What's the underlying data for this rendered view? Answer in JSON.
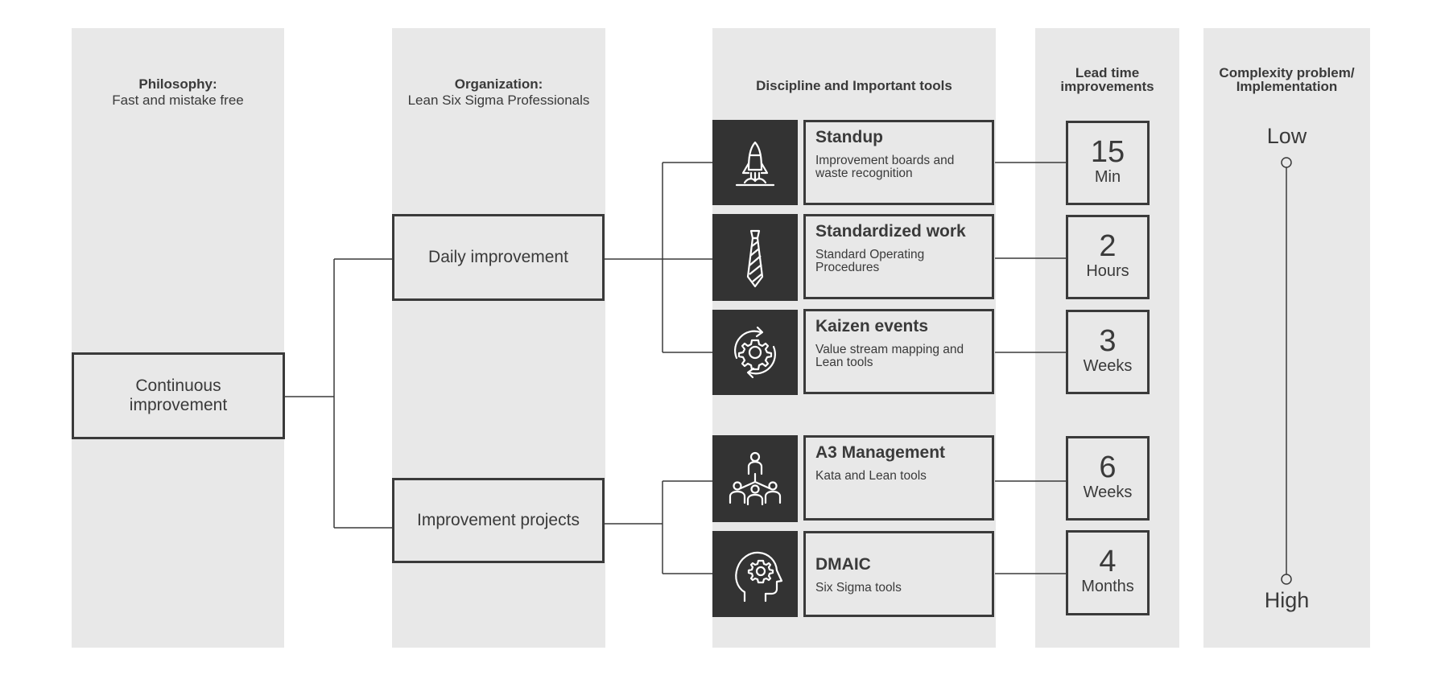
{
  "columns": {
    "philosophy": {
      "heading": "Philosophy:",
      "subheading": "Fast and mistake free"
    },
    "organization": {
      "heading": "Organization:",
      "subheading": "Lean Six Sigma Professionals"
    },
    "discipline": {
      "heading": "Discipline and Important tools"
    },
    "lead_time": {
      "heading_line1": "Lead time",
      "heading_line2": "improvements"
    },
    "complexity": {
      "heading_line1": "Complexity problem/",
      "heading_line2": "Implementation"
    }
  },
  "philosophy_box": {
    "label_line1": "Continuous",
    "label_line2": "improvement"
  },
  "organization_boxes": [
    {
      "label": "Daily improvement"
    },
    {
      "label": "Improvement projects"
    }
  ],
  "tools": [
    {
      "title": "Standup",
      "subtitle_line1": "Improvement boards and",
      "subtitle_line2": "waste recognition",
      "icon": "rocket-icon",
      "lead_time_value": "15",
      "lead_time_unit": "Min"
    },
    {
      "title": "Standardized work",
      "subtitle_line1": "Standard Operating",
      "subtitle_line2": "Procedures",
      "icon": "tie-icon",
      "lead_time_value": "2",
      "lead_time_unit": "Hours"
    },
    {
      "title": "Kaizen events",
      "subtitle_line1": "Value stream mapping and",
      "subtitle_line2": "Lean tools",
      "icon": "gear-cycle-icon",
      "lead_time_value": "3",
      "lead_time_unit": "Weeks"
    },
    {
      "title": "A3 Management",
      "subtitle_line1": "Kata and Lean tools",
      "subtitle_line2": "",
      "icon": "team-hierarchy-icon",
      "lead_time_value": "6",
      "lead_time_unit": "Weeks"
    },
    {
      "title": "DMAIC",
      "subtitle_line1": "Six Sigma tools",
      "subtitle_line2": "",
      "icon": "head-gear-icon",
      "lead_time_value": "4",
      "lead_time_unit": "Months"
    }
  ],
  "complexity_scale": {
    "low_label": "Low",
    "high_label": "High"
  },
  "colors": {
    "column_bg": "#e8e8e8",
    "dark": "#333333",
    "line": "#3a3a3a"
  }
}
